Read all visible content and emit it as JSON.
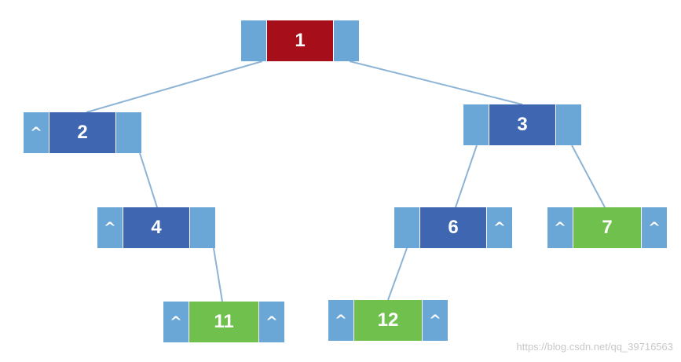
{
  "colors": {
    "root": "#a60f1a",
    "internal": "#3f67b1",
    "leaf": "#70c04e",
    "pointer": "#6aa6d6",
    "edge": "#8db3d6"
  },
  "tree": {
    "nodes": [
      {
        "id": "n1",
        "value": "1",
        "kind": "root",
        "left": "",
        "right": ""
      },
      {
        "id": "n2",
        "value": "2",
        "kind": "internal",
        "left": "^",
        "right": ""
      },
      {
        "id": "n3",
        "value": "3",
        "kind": "internal",
        "left": "",
        "right": ""
      },
      {
        "id": "n4",
        "value": "4",
        "kind": "internal",
        "left": "^",
        "right": ""
      },
      {
        "id": "n6",
        "value": "6",
        "kind": "internal",
        "left": "",
        "right": "^"
      },
      {
        "id": "n7",
        "value": "7",
        "kind": "leaf",
        "left": "^",
        "right": "^"
      },
      {
        "id": "n11",
        "value": "11",
        "kind": "leaf",
        "left": "^",
        "right": "^"
      },
      {
        "id": "n12",
        "value": "12",
        "kind": "leaf",
        "left": "^",
        "right": "^"
      }
    ],
    "edges": [
      {
        "from": "1",
        "to": "2"
      },
      {
        "from": "1",
        "to": "3"
      },
      {
        "from": "2",
        "to": "4"
      },
      {
        "from": "3",
        "to": "6"
      },
      {
        "from": "3",
        "to": "7"
      },
      {
        "from": "4",
        "to": "11"
      },
      {
        "from": "6",
        "to": "12"
      }
    ]
  },
  "watermark": "https://blog.csdn.net/qq_39716563"
}
